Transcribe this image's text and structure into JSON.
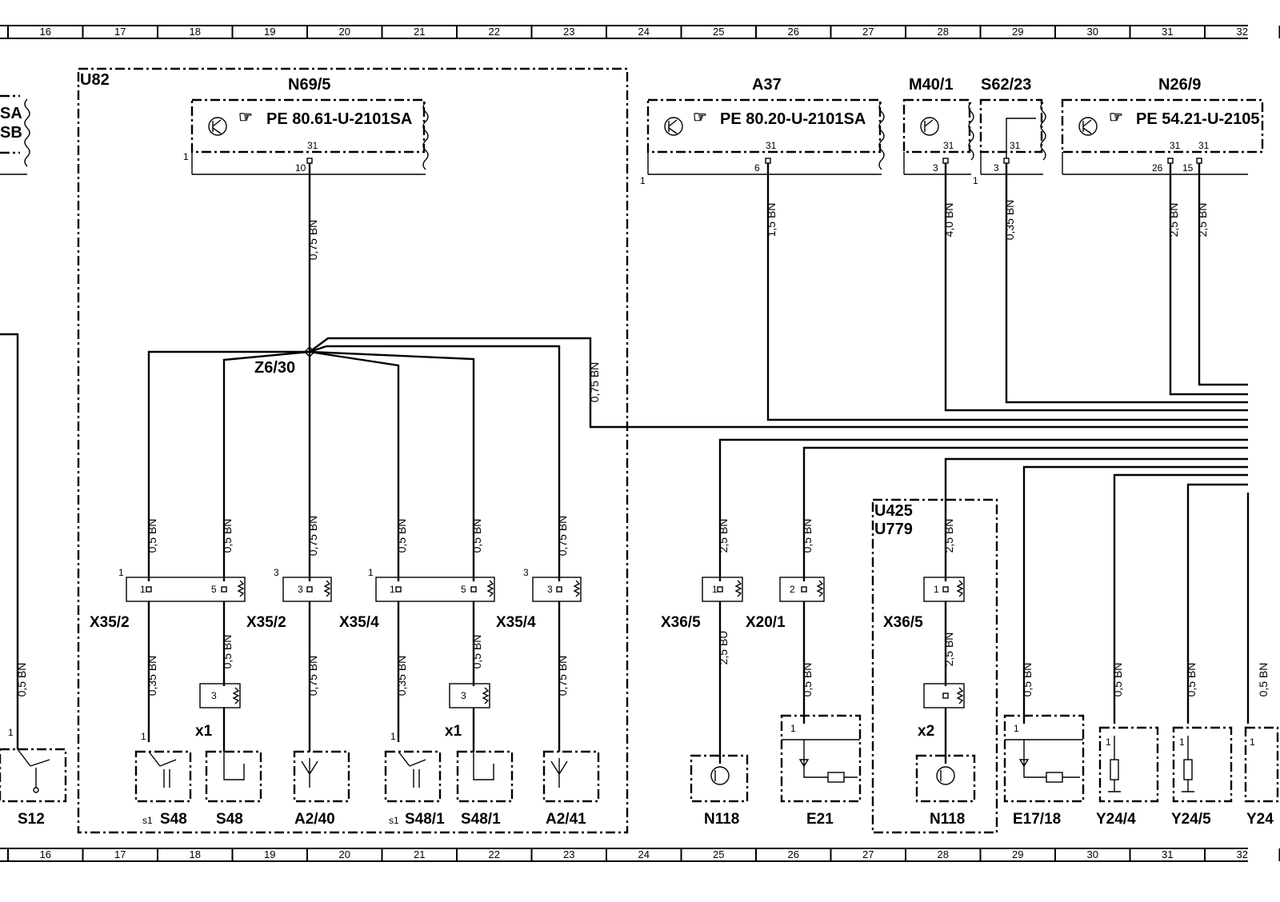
{
  "grid_numbers": [
    "16",
    "17",
    "18",
    "19",
    "20",
    "21",
    "22",
    "23",
    "24",
    "25",
    "26",
    "27",
    "28",
    "29",
    "30",
    "31",
    "32"
  ],
  "groups": {
    "u82": "U82",
    "u425": "U425",
    "u779": "U779"
  },
  "modules": {
    "n69_5": {
      "title": "N69/5",
      "ref": "PE  80.61-U-2101SA",
      "pin_no": "10",
      "pin_31": "31"
    },
    "a37": {
      "title": "A37",
      "ref": "PE  80.20-U-2101SA",
      "pin_no": "6",
      "pin_31": "31"
    },
    "m40_1": {
      "title": "M40/1",
      "pin_no": "3",
      "pin_31": "31"
    },
    "s62_23": {
      "title": "S62/23",
      "pin_no": "3",
      "pin_31": "31"
    },
    "n26_9": {
      "title": "N26/9",
      "ref": "PE  54.21-U-2105",
      "pin_a": "26",
      "pin_b": "15",
      "pin_31": "31"
    },
    "left_partial": {
      "line1": "SA",
      "line2": "SB"
    }
  },
  "splice": "Z6/30",
  "wires": {
    "n69_5": "0,75  BN",
    "z6_right": "0,75  BN",
    "a37": "1,5  BN",
    "m40_1": "4,0  BN",
    "s62_23": "0,35  BN",
    "n26_9_a": "2,5  BN",
    "n26_9_b": "2,5  BN",
    "br1": "0,5  BN",
    "br2": "0,5  BN",
    "br3": "0,75  BN",
    "br4": "0,5  BN",
    "br5": "0,5  BN",
    "br6": "0,75  BN",
    "low1": "0,35  BN",
    "low2": "0,5  BN",
    "low3": "0,75  BN",
    "low4": "0,35  BN",
    "low5": "0,5  BN",
    "low6": "0,75  BN",
    "s12": "0,5  BN",
    "x36_5_up": "2,5  BN",
    "x36_5_down": "2,5  BU",
    "x20_1_up": "0,5  BN",
    "x20_1_down": "0,5  BN",
    "x36_5b_up": "2,5  BN",
    "x36_5b_down": "2,5  BN",
    "e17_18": "0,5  BN",
    "y24_4": "0,5  BN",
    "y24_5": "0,5  BN",
    "y24_x": "0,5  BN"
  },
  "connectors": {
    "c1": {
      "label": "X35/2",
      "pin": "1",
      "outer": "1"
    },
    "c2": {
      "label": "X35/2",
      "pin": "5",
      "outer": "3",
      "pin2": "3"
    },
    "c3": {
      "label": "X35/4",
      "pin": "1",
      "outer": "1"
    },
    "c4": {
      "label": "X35/4",
      "pin": "5",
      "outer": "3",
      "pin2": "3"
    },
    "x36_5": {
      "label": "X36/5",
      "pin": "1"
    },
    "x20_1": {
      "label": "X20/1",
      "pin": "2"
    },
    "x36_5b": {
      "label": "X36/5",
      "pin": "1"
    }
  },
  "components": {
    "s12": {
      "label": "S12",
      "pin": "1"
    },
    "s48_sw": {
      "prefix": "s1",
      "label": "S48",
      "pin": "1"
    },
    "s48": {
      "label": "S48",
      "pin": "3",
      "tag": "x1"
    },
    "a2_40": {
      "label": "A2/40"
    },
    "s48_1_sw": {
      "prefix": "s1",
      "label": "S48/1",
      "pin": "1"
    },
    "s48_1": {
      "label": "S48/1",
      "pin": "3",
      "tag": "x1"
    },
    "a2_41": {
      "label": "A2/41"
    },
    "n118": {
      "label": "N118"
    },
    "e21": {
      "label": "E21",
      "pin": "1"
    },
    "n118b": {
      "label": "N118",
      "tag": "x2"
    },
    "e17_18": {
      "label": "E17/18",
      "pin": "1"
    },
    "y24_4": {
      "label": "Y24/4",
      "pin": "1"
    },
    "y24_5": {
      "label": "Y24/5",
      "pin": "1"
    },
    "y24_x": {
      "label": "Y24",
      "pin": "1"
    }
  },
  "side_marks": {
    "n69": "1",
    "a37": "1",
    "s62": "1"
  }
}
